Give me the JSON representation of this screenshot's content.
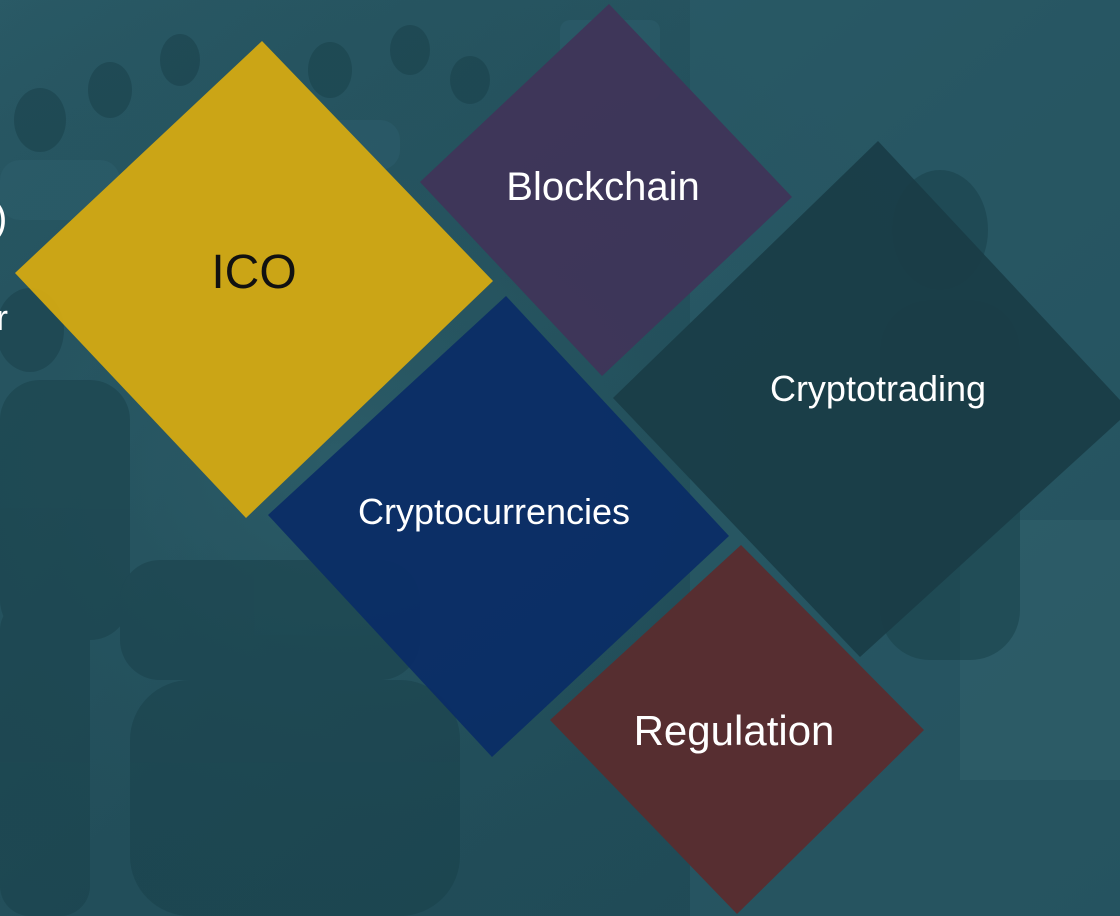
{
  "background": {
    "description_color": "#24505c",
    "overlay_color": "#1d4d5a"
  },
  "edge_fragments": [
    ")",
    "r"
  ],
  "diamonds": [
    {
      "key": "ico",
      "label": "ICO",
      "color": "#d4aa12",
      "opacity": 0.95,
      "text_color": "#111111"
    },
    {
      "key": "blockchain",
      "label": "Blockchain",
      "color": "#3f3558",
      "opacity": 0.95,
      "text_color": "#ffffff"
    },
    {
      "key": "cryptotrading",
      "label": "Cryptotrading",
      "color": "#1a3c46",
      "opacity": 0.9,
      "text_color": "#ffffff"
    },
    {
      "key": "cryptocurrencies",
      "label": "Cryptocurrencies",
      "color": "#0b2d66",
      "opacity": 0.95,
      "text_color": "#ffffff"
    },
    {
      "key": "regulation",
      "label": "Regulation",
      "color": "#5a2c2e",
      "opacity": 0.95,
      "text_color": "#ffffff"
    }
  ]
}
